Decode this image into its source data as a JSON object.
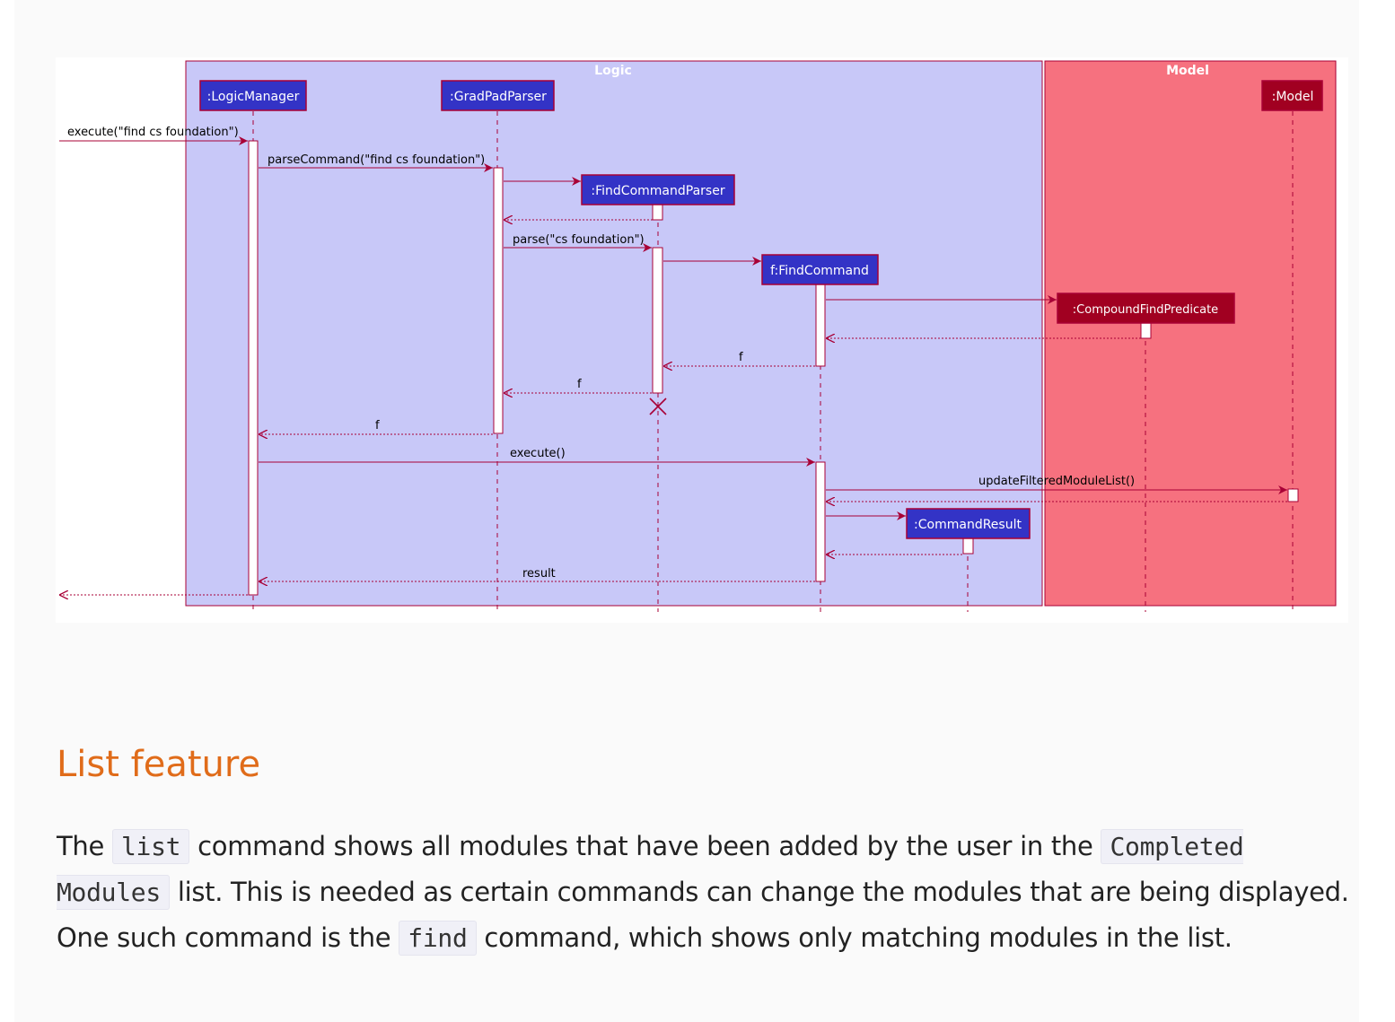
{
  "diagram": {
    "boxes": {
      "logic": "Logic",
      "model": "Model"
    },
    "participants": {
      "logic_manager": ":LogicManager",
      "gradpad_parser": ":GradPadParser",
      "find_command_parser": ":FindCommandParser",
      "find_command": "f:FindCommand",
      "compound_find_predicate": ":CompoundFindPredicate",
      "command_result": ":CommandResult",
      "model": ":Model"
    },
    "messages": {
      "execute_find": "execute(\"find cs foundation\")",
      "parse_command": "parseCommand(\"find cs foundation\")",
      "parse": "parse(\"cs foundation\")",
      "return_f_from_command": "f",
      "return_f_from_parser": "f",
      "return_f_to_manager": "f",
      "execute": "execute()",
      "update_filtered": "updateFilteredModuleList()",
      "result": "result"
    },
    "colors": {
      "logic_box": "#c8c8f8",
      "model_box": "#f6717f",
      "logic_participant": "#3333c6",
      "model_participant": "#a10021",
      "arrow": "#a80036"
    }
  },
  "heading": "List feature",
  "paragraph": {
    "t1": "The ",
    "code_list": "list",
    "t2": " command shows all modules that have been added by the user in the ",
    "code_completed": "Completed Modules",
    "t3": " list. This is needed as certain commands can change the modules that are being displayed. One such command is the ",
    "code_find": "find",
    "t4": " command, which shows only matching modules in the list."
  }
}
